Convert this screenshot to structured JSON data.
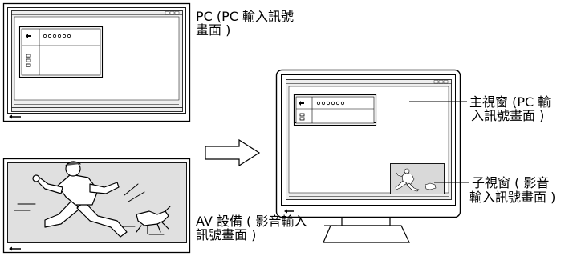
{
  "labels": {
    "pc_line1": "PC (PC 輸入訊號",
    "pc_line2": "畫面 )",
    "av_line1": "AV 設備 ( 影音輸入",
    "av_line2": "訊號畫面 )",
    "main_line1": "主視窗 (PC 輸",
    "main_line2": "入訊號畫面 )",
    "sub_line1": "子視窗 ( 影音",
    "sub_line2": "輸入訊號畫面 )"
  },
  "colors": {
    "screen_bg": "#ffffff",
    "window_fill": "#e6e6e6",
    "photo_bg": "#d9d9d9",
    "line": "#000000"
  },
  "icons": {
    "arrow": "right-outline-arrow-icon",
    "power": "power-indicator-icon",
    "back": "back-arrow-icon"
  }
}
